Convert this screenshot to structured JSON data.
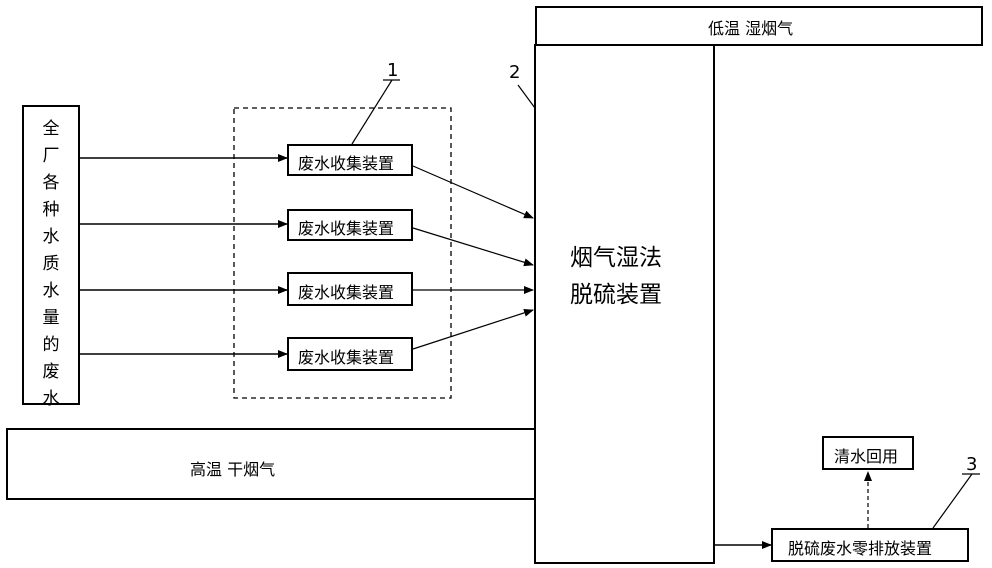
{
  "source": {
    "label_chars": [
      "全",
      "厂",
      "各",
      "种",
      "水",
      "质",
      "水",
      "量",
      "的",
      "废",
      "水"
    ]
  },
  "collectors": [
    {
      "label": "废水收集装置"
    },
    {
      "label": "废水收集装置"
    },
    {
      "label": "废水收集装置"
    },
    {
      "label": "废水收集装置"
    }
  ],
  "fgd": {
    "line1": "烟气湿法",
    "line2": "脱硫装置"
  },
  "flue_out": {
    "label": "低温  湿烟气"
  },
  "flue_in": {
    "label": "高温  干烟气"
  },
  "zld": {
    "label": "脱硫废水零排放装置"
  },
  "reuse": {
    "label": "清水回用"
  },
  "callouts": {
    "c1": "1",
    "c2": "2",
    "c3": "3"
  }
}
